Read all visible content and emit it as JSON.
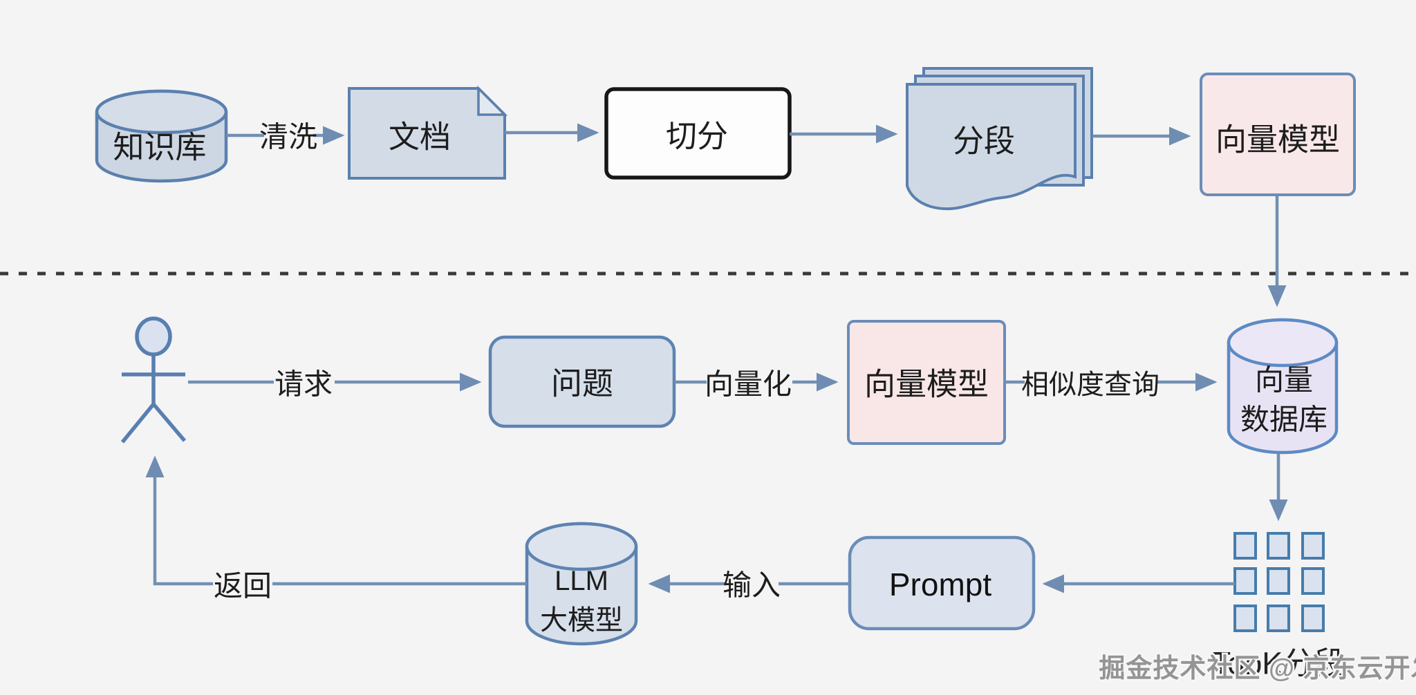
{
  "diagram": {
    "type": "RAG-pipeline-flowchart",
    "labels": {
      "knowledge_base": "知识库",
      "clean": "清洗",
      "document": "文档",
      "split": "切分",
      "segments": "分段",
      "embedding_model_top": "向量模型",
      "request": "请求",
      "question": "问题",
      "vectorize": "向量化",
      "embedding_model_bottom": "向量模型",
      "similarity_query": "相似度查询",
      "vector_db_line1": "向量",
      "vector_db_line2": "数据库",
      "topk_segments": "TopK分段",
      "prompt": "Prompt",
      "input": "输入",
      "return": "返回",
      "llm_line1": "LLM",
      "llm_line2": "大模型",
      "watermark": "掘金技术社区 @ 京东云开发者"
    },
    "colors": {
      "background": "#f4f4f5",
      "node_fill": "#d3dce8",
      "node_border": "#5e83b1",
      "pink_fill": "#f9e8e9",
      "pink_border": "#6b8cb8",
      "lavender_fill": "#e8e3f4",
      "lavender_border": "#5d8ac4",
      "split_fill": "#fdfdfd",
      "split_border": "#171717",
      "arrow": "#7290b2",
      "divider": "#3a3a3a",
      "watermark_text": "#949494"
    }
  }
}
